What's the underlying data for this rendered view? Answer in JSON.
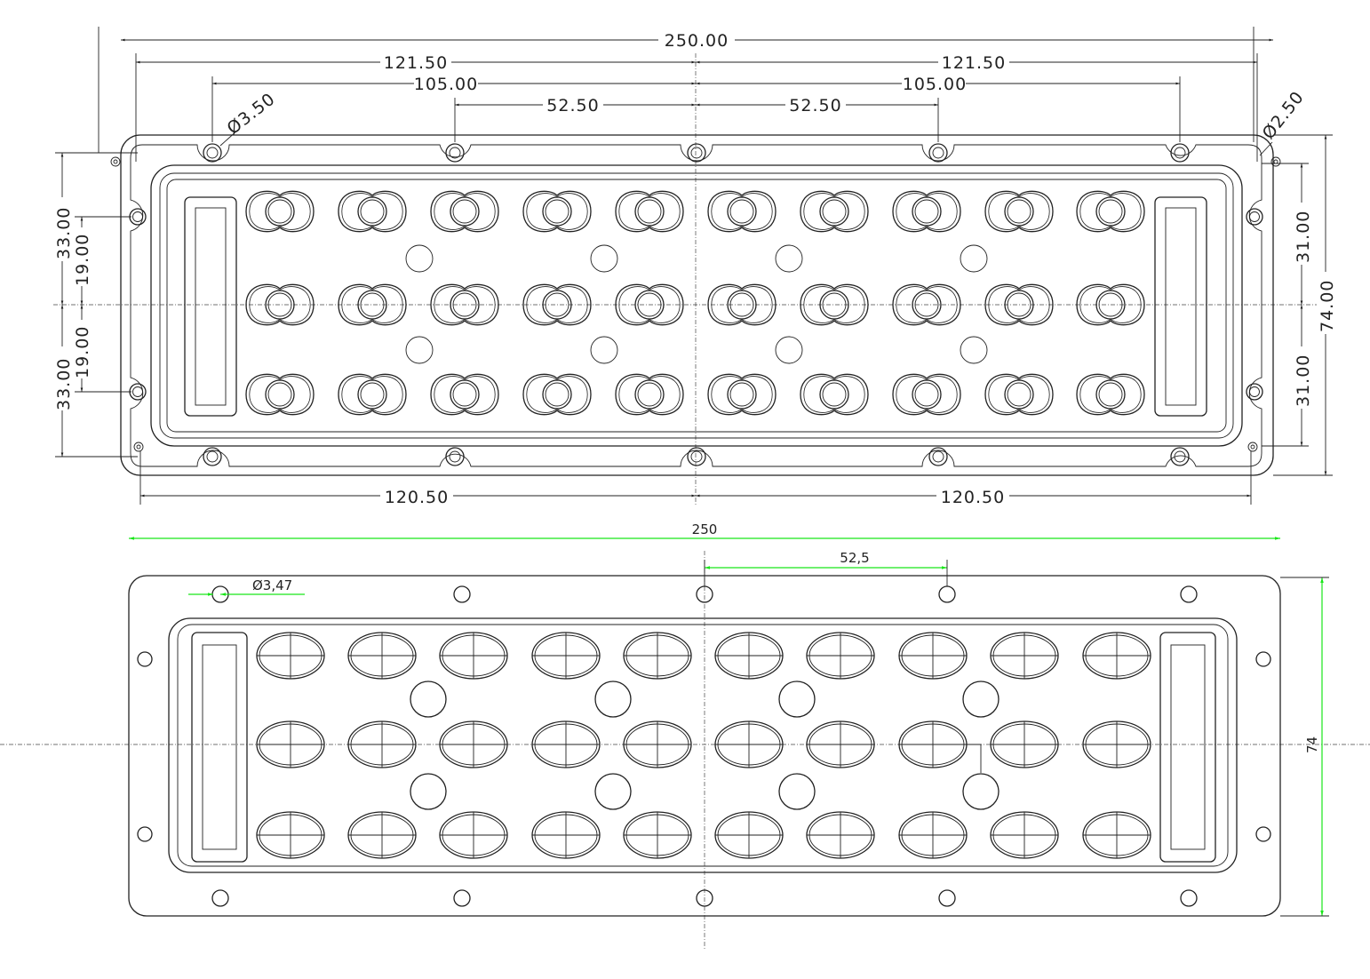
{
  "top_view": {
    "dims": {
      "overall_width": "250.00",
      "half_outer_left": "121.50",
      "half_outer_right": "121.50",
      "half_inner_left": "105.00",
      "half_inner_right": "105.00",
      "pitch_left": "52.50",
      "pitch_right": "52.50",
      "hole_dia_large": "Ø3.50",
      "hole_dia_small": "Ø2.50",
      "bottom_left": "120.50",
      "bottom_right": "120.50",
      "left_upper_outer": "33.00",
      "left_upper_inner": "19.00",
      "left_lower_inner": "19.00",
      "left_lower_outer": "33.00",
      "right_upper": "31.00",
      "right_lower": "31.00",
      "overall_height": "74.00"
    }
  },
  "bottom_view": {
    "dims": {
      "overall_width": "250",
      "pitch": "52,5",
      "hole_dia": "Ø3,47",
      "overall_height": "74"
    },
    "colors": {
      "dimension": "#19e619"
    }
  }
}
